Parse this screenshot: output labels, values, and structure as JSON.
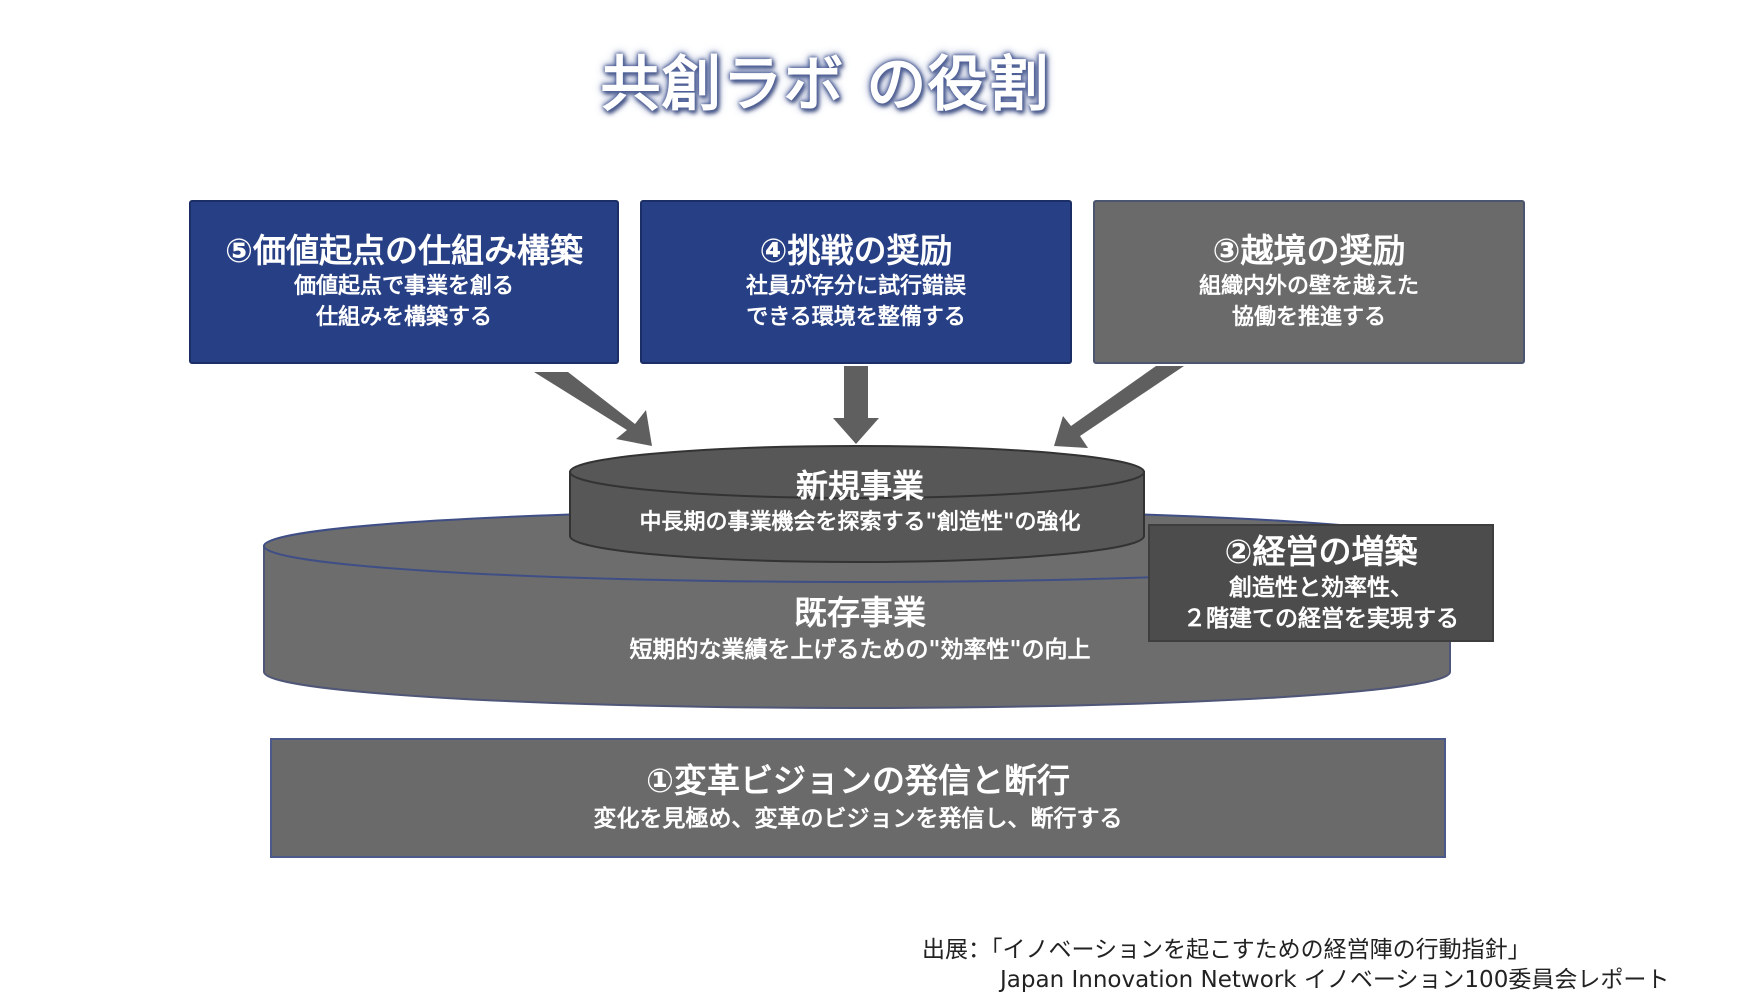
{
  "title": "共創ラボ の役割",
  "colors": {
    "blue": "#273f84",
    "grey": "#6a6a6a",
    "dark": "#4c4c4c",
    "disc_dark": "#575757",
    "disc_grey": "#6d6d6d",
    "arrow": "#5f5f5f"
  },
  "roles": {
    "fifth": {
      "heading": "⑤価値起点の仕組み構築",
      "line1": "価値起点で事業を創る",
      "line2": "仕組みを構築する"
    },
    "fourth": {
      "heading": "④挑戦の奨励",
      "line1": "社員が存分に試行錯誤",
      "line2": "できる環境を整備する"
    },
    "third": {
      "heading": "③越境の奨励",
      "line1": "組織内外の壁を越えた",
      "line2": "協働を推進する"
    },
    "second": {
      "heading": "②経営の増築",
      "line1": "創造性と効率性、",
      "line2": "２階建ての経営を実現する"
    },
    "first": {
      "heading": "①変革ビジョンの発信と断行",
      "line1": "変化を見極め、変革のビジョンを発信し、断行する"
    }
  },
  "new_business": {
    "heading": "新規事業",
    "description": "中長期の事業機会を探索する\"創造性\"の強化"
  },
  "existing_business": {
    "heading": "既存事業",
    "description": "短期的な業績を上げるための\"効率性\"の向上"
  },
  "source": {
    "line1": "出展：「イノベーションを起こすための経営陣の行動指針」",
    "line2": "Japan Innovation Network イノベーション100委員会レポート"
  }
}
